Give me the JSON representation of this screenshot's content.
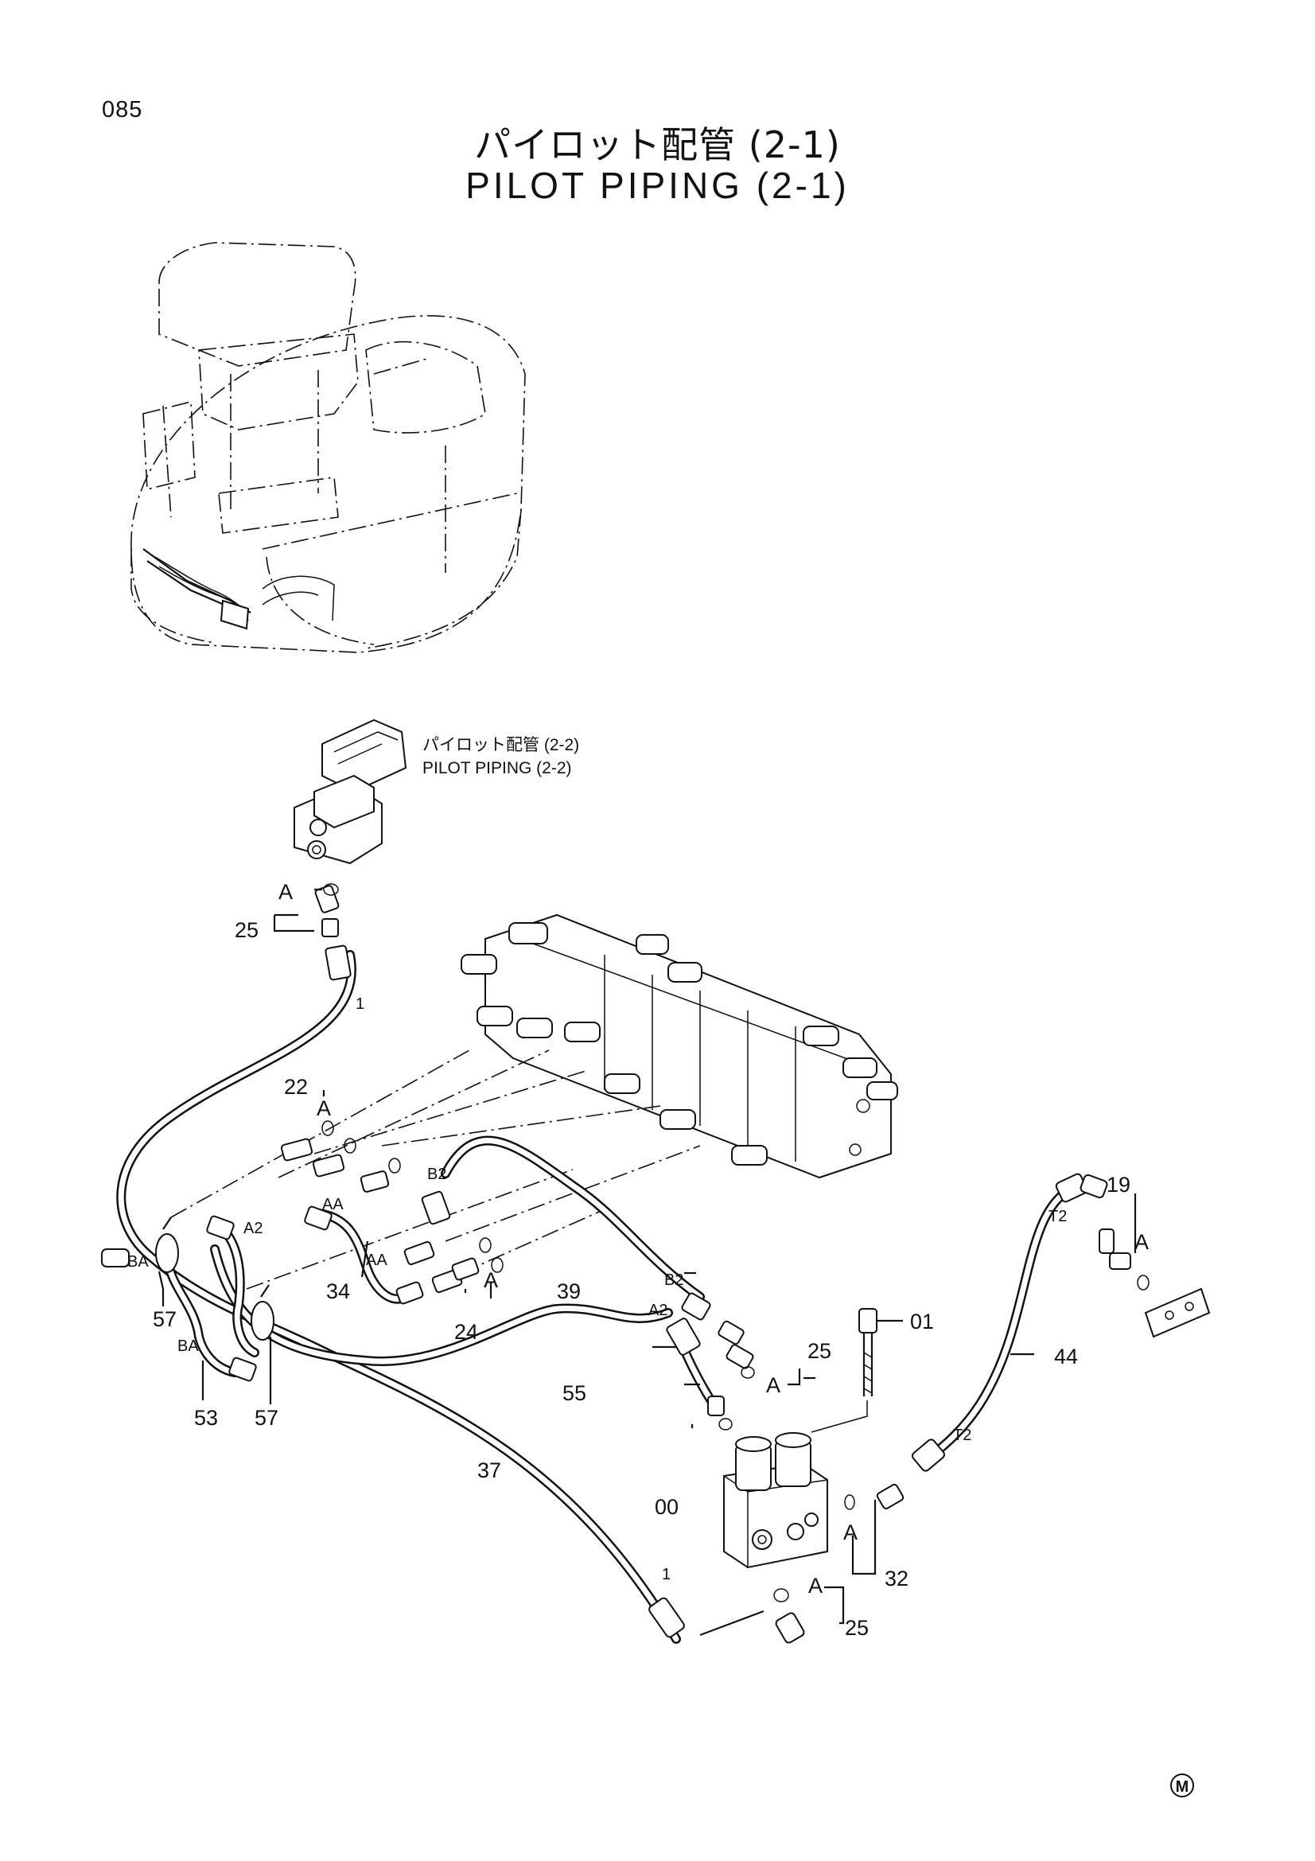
{
  "page": {
    "number": "085",
    "title_jp": "パイロット配管 (2-1)",
    "title_en": "PILOT PIPING (2-1)"
  },
  "reference": {
    "title_jp": "パイロット配管 (2-2)",
    "title_en": "PILOT PIPING (2-2)"
  },
  "part_numbers": {
    "p00": "00",
    "p01": "01",
    "p19": "19",
    "p22": "22",
    "p24": "24",
    "p25_top": "25",
    "p25_mid": "25",
    "p25_bottom": "25",
    "p32": "32",
    "p34": "34",
    "p37": "37",
    "p39": "39",
    "p44": "44",
    "p53": "53",
    "p55": "55",
    "p57_left": "57",
    "p57_right": "57"
  },
  "port_labels": {
    "a2_left": "A2",
    "a2_right": "A2",
    "b2_top": "B2",
    "b2_right": "B2",
    "aa_top": "AA",
    "aa_bottom": "AA",
    "ba_left": "BA",
    "ba_bottom": "BA",
    "t2_top": "T2",
    "t2_bottom": "T2",
    "one_top": "1",
    "one_bottom": "1"
  },
  "detail_marks": {
    "a_top": "A",
    "a_22": "A",
    "a_24": "A",
    "a_25_mid": "A",
    "a_25_bottom": "A",
    "a_32": "A",
    "a_19": "A"
  },
  "corner_mark": "M"
}
